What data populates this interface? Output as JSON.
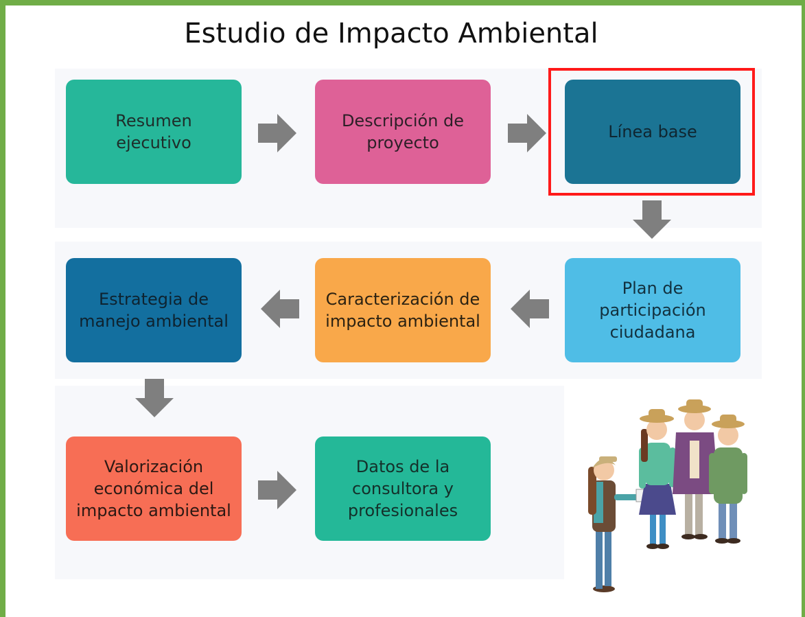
{
  "title": "Estudio de Impacto Ambiental",
  "steps": [
    {
      "id": "resumen",
      "label": "Resumen ejecutivo",
      "color": "#26b79a",
      "text_color": "#1e2d2a"
    },
    {
      "id": "descripcion",
      "label": "Descripción de proyecto",
      "color": "#de6197",
      "text_color": "#2d1f27"
    },
    {
      "id": "linea-base",
      "label": "Línea base",
      "color": "#1b7494",
      "text_color": "#0f2631",
      "highlighted": true
    },
    {
      "id": "plan",
      "label": "Plan de participación ciudadana",
      "color": "#4fbde6",
      "text_color": "#12313f"
    },
    {
      "id": "caracterizacion",
      "label": "Caracterización de impacto ambiental",
      "color": "#f9a84a",
      "text_color": "#2c2212"
    },
    {
      "id": "estrategia",
      "label": "Estrategia de manejo ambiental",
      "color": "#136f9f",
      "text_color": "#0e2330"
    },
    {
      "id": "valorizacion",
      "label": "Valorización económica del impacto ambiental",
      "color": "#f76e55",
      "text_color": "#2c1914"
    },
    {
      "id": "datos",
      "label": "Datos de la consultora y profesionales",
      "color": "#24b898",
      "text_color": "#14302a"
    }
  ],
  "colors": {
    "border": "#70ad47",
    "arrow": "#7f7f7f",
    "highlight": "#ff1a1a"
  },
  "illustration": "people-with-hats-icon"
}
